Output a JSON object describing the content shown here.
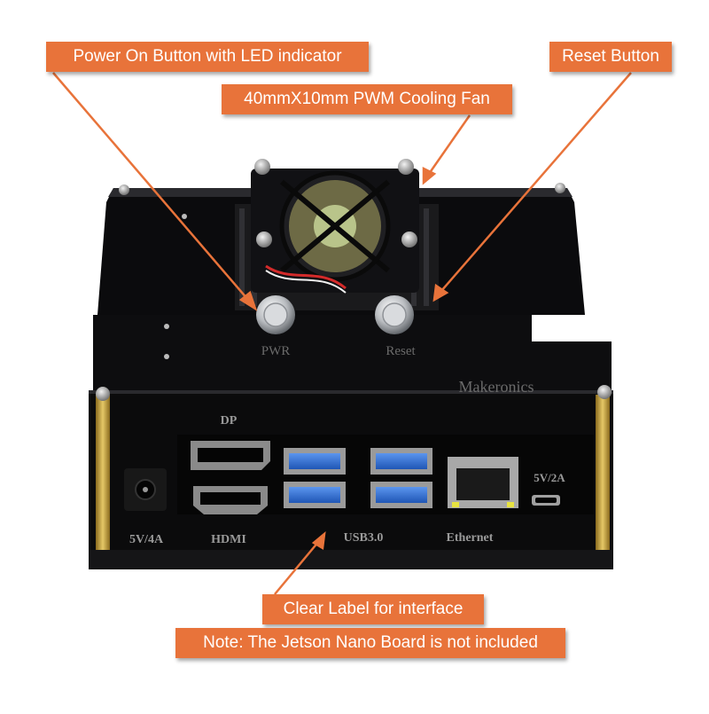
{
  "callouts": {
    "power": "Power  On Button with LED indicator",
    "fan": "40mmX10mm PWM Cooling Fan",
    "reset": "Reset Button",
    "label": "Clear Label for  interface",
    "note": "Note: The Jetson Nano Board is not included"
  },
  "case_labels": {
    "pwr": "PWR",
    "reset": "Reset",
    "brand": "Makeronics",
    "dp": "DP",
    "hdmi": "HDMI",
    "usb": "USB3.0",
    "ethernet": "Ethernet",
    "power_5v4a": "5V/4A",
    "power_5v2a": "5V/2A"
  },
  "colors": {
    "callout": "#e8733a",
    "case": "#0d0d0f",
    "brass": "#c9a443",
    "usb_blue": "#2d6fd6"
  }
}
